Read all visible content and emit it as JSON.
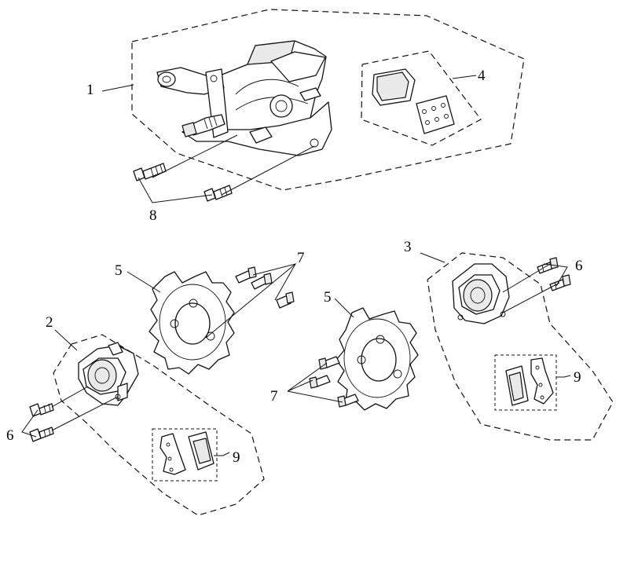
{
  "diagram": {
    "callouts": {
      "c1": "1",
      "c2": "2",
      "c3": "3",
      "c4": "4",
      "c5a": "5",
      "c5b": "5",
      "c6a": "6",
      "c6b": "6",
      "c7a": "7",
      "c7b": "7",
      "c8": "8",
      "c9a": "9",
      "c9b": "9"
    }
  }
}
